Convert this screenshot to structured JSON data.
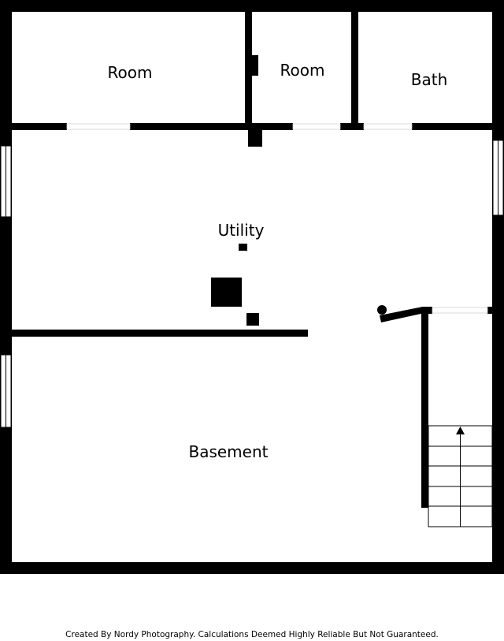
{
  "rooms": {
    "room_1": "Room",
    "room_2": "Room",
    "bath": "Bath",
    "utility": "Utility",
    "basement": "Basement"
  },
  "footer": {
    "credit": "Created By Nordy Photography. Calculations Deemed Highly Reliable But Not Guaranteed."
  },
  "colors": {
    "wall": "#000000",
    "background": "#ffffff"
  }
}
